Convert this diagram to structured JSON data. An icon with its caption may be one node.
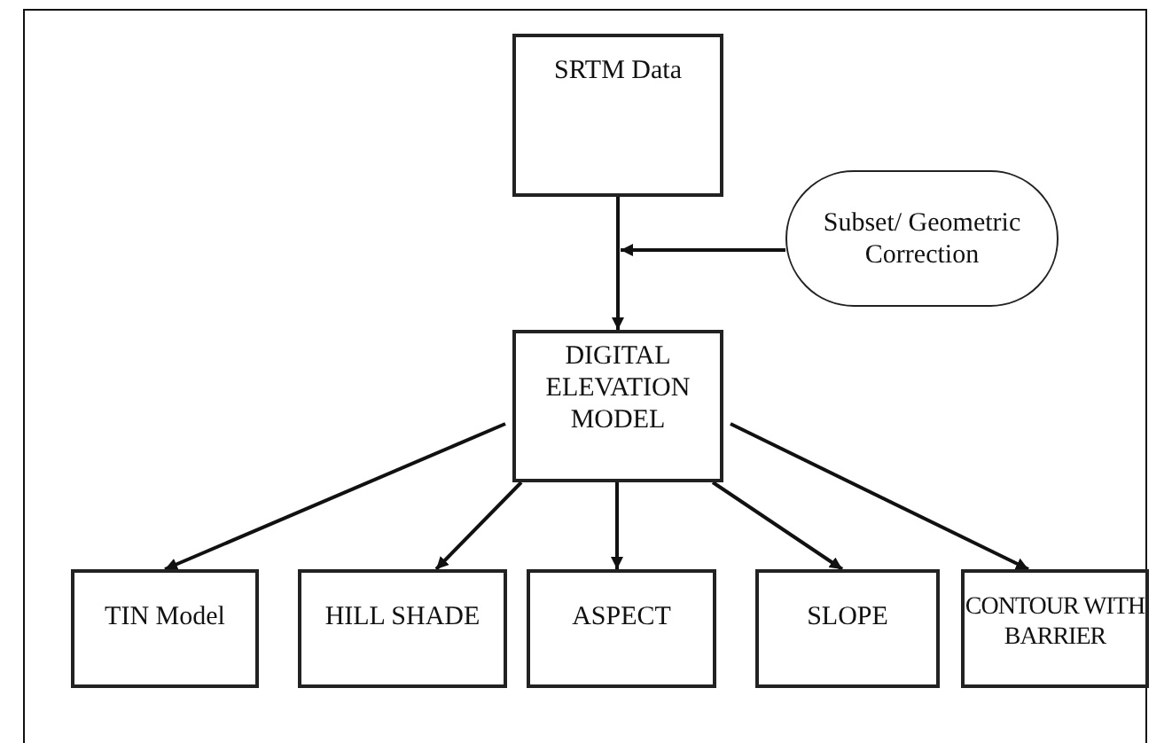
{
  "diagram": {
    "nodes": [
      {
        "text": [
          "SRTM Data"
        ]
      },
      {
        "text": [
          "Subset/ Geometric Correction"
        ]
      },
      {
        "text": [
          "DIGITAL ELEVATION MODEL"
        ]
      },
      {
        "text": [
          "TIN Model"
        ]
      },
      {
        "text": [
          "HILL SHADE"
        ]
      },
      {
        "text": [
          "ASPECT"
        ]
      },
      {
        "text": [
          "SLOPE"
        ]
      },
      {
        "text": [
          "CONTOUR WITH BARRIER"
        ]
      }
    ],
    "edges": [
      {
        "from": 0,
        "to": 2,
        "arrow": "to"
      },
      {
        "from": 1,
        "to": null,
        "arrow": "to"
      },
      {
        "from": 2,
        "to": 3,
        "arrow": "to"
      },
      {
        "from": 2,
        "to": 4,
        "arrow": "to"
      },
      {
        "from": 2,
        "to": 5,
        "arrow": "to"
      },
      {
        "from": 2,
        "to": 6,
        "arrow": "to"
      },
      {
        "from": 2,
        "to": 7,
        "arrow": "to"
      }
    ]
  }
}
